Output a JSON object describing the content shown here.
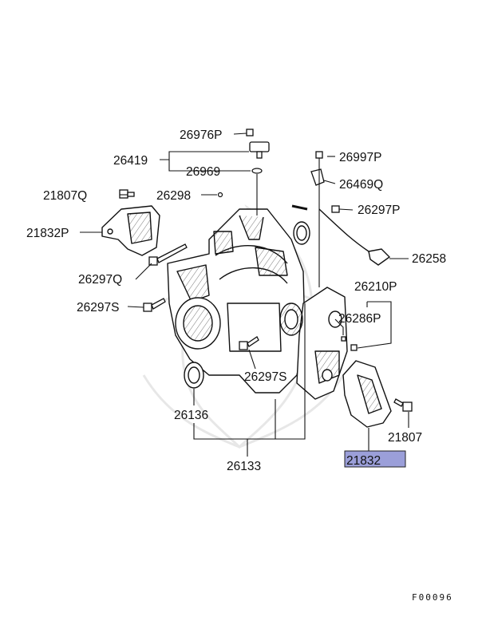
{
  "diagram": {
    "footer_code": "F00096",
    "highlight_color": "#9b9fd9",
    "labels": {
      "p26976P": "26976P",
      "p26419": "26419",
      "p26969": "26969",
      "p21807Q": "21807Q",
      "p26298": "26298",
      "p21832P": "21832P",
      "p26297Q": "26297Q",
      "p26297S_left": "26297S",
      "p26997P": "26997P",
      "p26469Q": "26469Q",
      "p26297P": "26297P",
      "p26258": "26258",
      "p26210P": "26210P",
      "p26286P": "26286P",
      "p26297S_center": "26297S",
      "p26136": "26136",
      "p21807": "21807",
      "p21832": "21832",
      "p26133": "26133"
    }
  }
}
